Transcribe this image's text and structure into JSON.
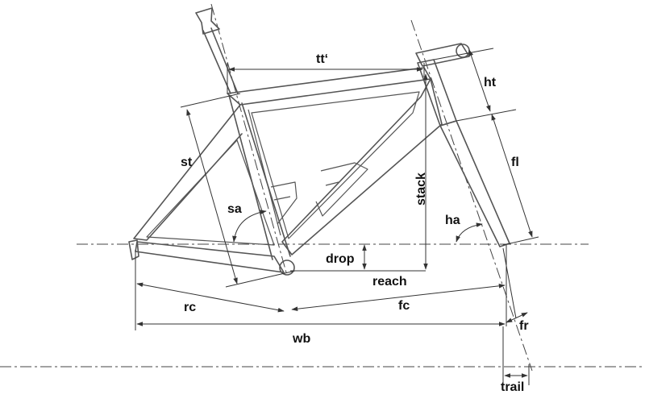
{
  "labels": {
    "tt": "tt‘",
    "ht": "ht",
    "st": "st",
    "stack": "stack",
    "fl": "fl",
    "sa": "sa",
    "ha": "ha",
    "drop": "drop",
    "reach": "reach",
    "rc": "rc",
    "fc": "fc",
    "wb": "wb",
    "fr": "fr",
    "trail": "trail"
  },
  "colors": {
    "frame_line": "#555555",
    "dimension_line": "#333333",
    "label_text": "#111111",
    "background": "#ffffff"
  }
}
